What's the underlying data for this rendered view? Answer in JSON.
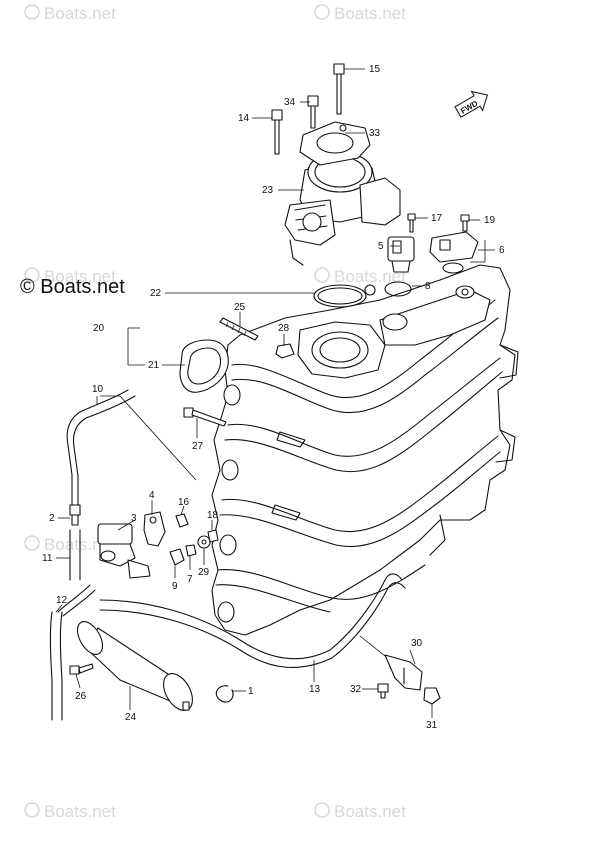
{
  "watermark_text": "Boats.net",
  "brand_text": "© Boats.net",
  "fwd_label": "FWD",
  "callouts": [
    {
      "id": "c1",
      "label": "1"
    },
    {
      "id": "c2",
      "label": "2"
    },
    {
      "id": "c3",
      "label": "3"
    },
    {
      "id": "c4",
      "label": "4"
    },
    {
      "id": "c5",
      "label": "5"
    },
    {
      "id": "c6",
      "label": "6"
    },
    {
      "id": "c7",
      "label": "7"
    },
    {
      "id": "c8",
      "label": "8"
    },
    {
      "id": "c9",
      "label": "9"
    },
    {
      "id": "c10",
      "label": "10"
    },
    {
      "id": "c11",
      "label": "11"
    },
    {
      "id": "c12",
      "label": "12"
    },
    {
      "id": "c13",
      "label": "13"
    },
    {
      "id": "c14",
      "label": "14"
    },
    {
      "id": "c15",
      "label": "15"
    },
    {
      "id": "c16",
      "label": "16"
    },
    {
      "id": "c17",
      "label": "17"
    },
    {
      "id": "c18",
      "label": "18"
    },
    {
      "id": "c19",
      "label": "19"
    },
    {
      "id": "c20",
      "label": "20"
    },
    {
      "id": "c21",
      "label": "21"
    },
    {
      "id": "c22",
      "label": "22"
    },
    {
      "id": "c23",
      "label": "23"
    },
    {
      "id": "c24",
      "label": "24"
    },
    {
      "id": "c25",
      "label": "25"
    },
    {
      "id": "c26",
      "label": "26"
    },
    {
      "id": "c27",
      "label": "27"
    },
    {
      "id": "c28",
      "label": "28"
    },
    {
      "id": "c29",
      "label": "29"
    },
    {
      "id": "c30",
      "label": "30"
    },
    {
      "id": "c31",
      "label": "31"
    },
    {
      "id": "c32",
      "label": "32"
    },
    {
      "id": "c33",
      "label": "33"
    },
    {
      "id": "c34",
      "label": "34"
    }
  ]
}
